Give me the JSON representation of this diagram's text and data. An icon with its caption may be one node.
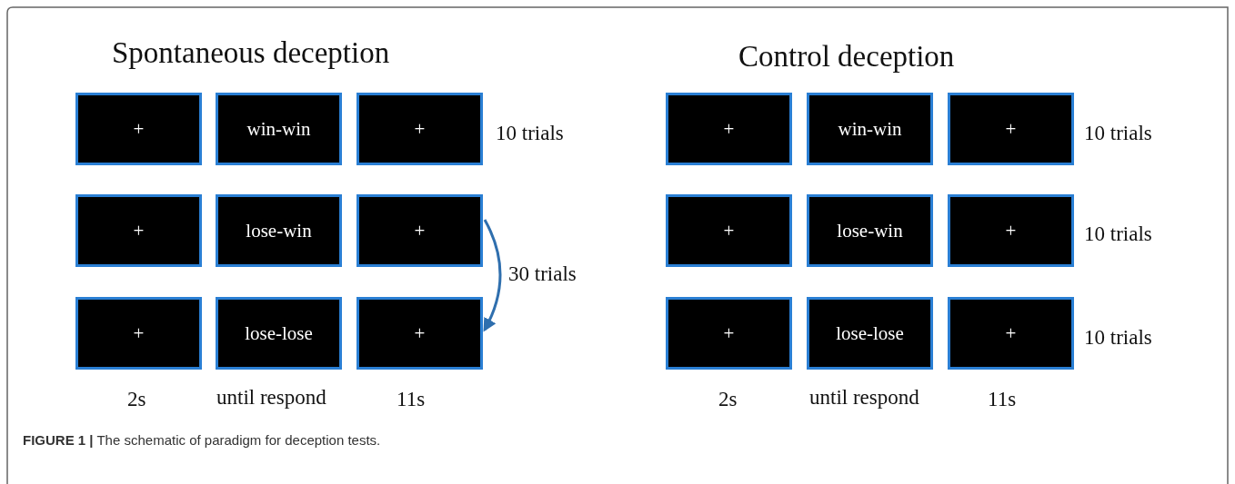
{
  "diagram": {
    "caption": "**FIGURE 1 |** The schematic of paradigm for deception tests.",
    "nodes": [
      {
        "text": [
          "+"
        ]
      },
      {
        "text": [
          "win-win"
        ]
      },
      {
        "text": [
          "+"
        ]
      },
      {
        "text": [
          "+"
        ]
      },
      {
        "text": [
          "lose-win"
        ]
      },
      {
        "text": [
          "+"
        ]
      },
      {
        "text": [
          "+"
        ]
      },
      {
        "text": [
          "lose-lose"
        ]
      },
      {
        "text": [
          "+"
        ]
      },
      {
        "text": [
          "+"
        ]
      },
      {
        "text": [
          "win-win"
        ]
      },
      {
        "text": [
          "+"
        ]
      },
      {
        "text": [
          "+"
        ]
      },
      {
        "text": [
          "lose-win"
        ]
      },
      {
        "text": [
          "+"
        ]
      },
      {
        "text": [
          "+"
        ]
      },
      {
        "text": [
          "lose-lose"
        ]
      },
      {
        "text": [
          "+"
        ]
      }
    ],
    "edges": [
      {
        "from": 5,
        "to": 8,
        "arrow": "to",
        "label": "30 trials"
      }
    ],
    "labels": [
      "Spontaneous deception",
      "Control deception",
      "10 trials",
      "10 trials",
      "10 trials",
      "10 trials",
      "2s",
      "until respond",
      "11s",
      "2s",
      "until respond",
      "11s"
    ]
  }
}
